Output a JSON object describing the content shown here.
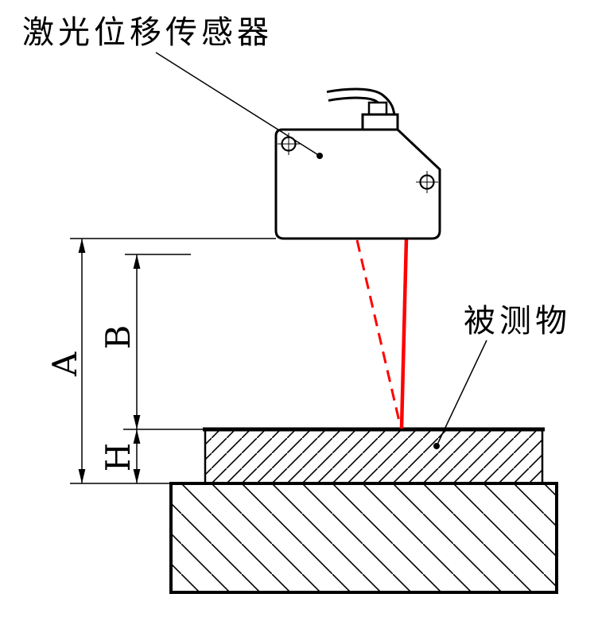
{
  "diagram": {
    "sensor_label": "激光位移传感器",
    "target_label": "被测物",
    "dims": {
      "a": "A",
      "b": "B",
      "h": "H"
    },
    "colors": {
      "line": "#000000",
      "laser": "#ff0000",
      "background": "#ffffff"
    }
  }
}
